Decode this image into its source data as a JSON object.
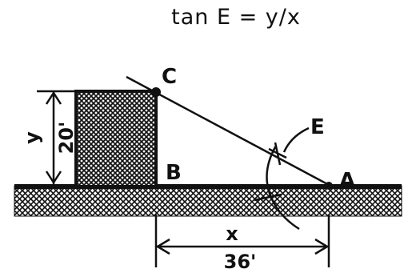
{
  "formula": "tan E = y/x",
  "points": {
    "a": "A",
    "b": "B",
    "c": "C"
  },
  "angle_label": "E",
  "height": {
    "symbol": "y",
    "value": "20'"
  },
  "base": {
    "symbol": "x",
    "value": "36'"
  },
  "colors": {
    "ink": "#111111",
    "paper": "#ffffff"
  }
}
